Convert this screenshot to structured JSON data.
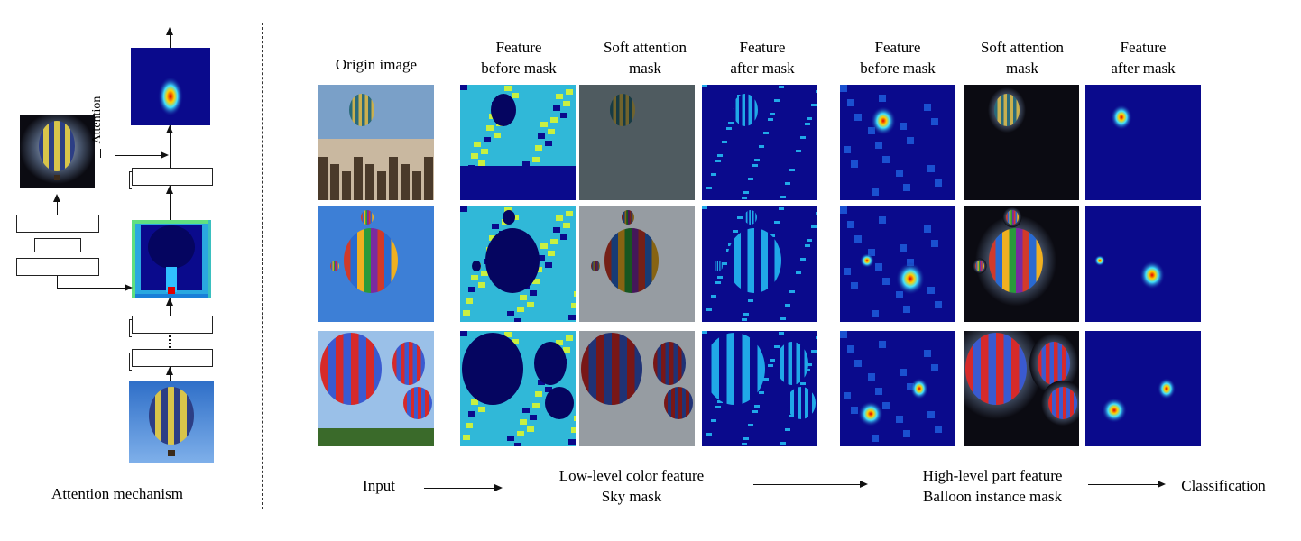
{
  "left_panel": {
    "caption": "Attention mechanism",
    "attention_label": "Attention",
    "attention_sign": "I"
  },
  "column_headers": {
    "origin": "Origin image",
    "low_before": [
      "Feature",
      "before mask"
    ],
    "low_soft": [
      "Soft attention",
      "mask"
    ],
    "low_after": [
      "Feature",
      "after mask"
    ],
    "high_before": [
      "Feature",
      "before mask"
    ],
    "high_soft": [
      "Soft attention",
      "mask"
    ],
    "high_after": [
      "Feature",
      "after mask"
    ]
  },
  "pipeline": {
    "input": "Input",
    "low_level": [
      "Low-level color feature",
      "Sky mask"
    ],
    "high_level": [
      "High-level part feature",
      "Balloon instance mask"
    ],
    "classification": "Classification"
  },
  "colors": {
    "heatmap_background": "#0a0a8c",
    "heatmap_hot": "#d40000",
    "sky_blue": "#3d7fd6",
    "stripe_yellow": "#d8c44a"
  },
  "rows": [
    "city-skyline balloon",
    "multicolor balloon in sky",
    "red and blue balloons field"
  ]
}
